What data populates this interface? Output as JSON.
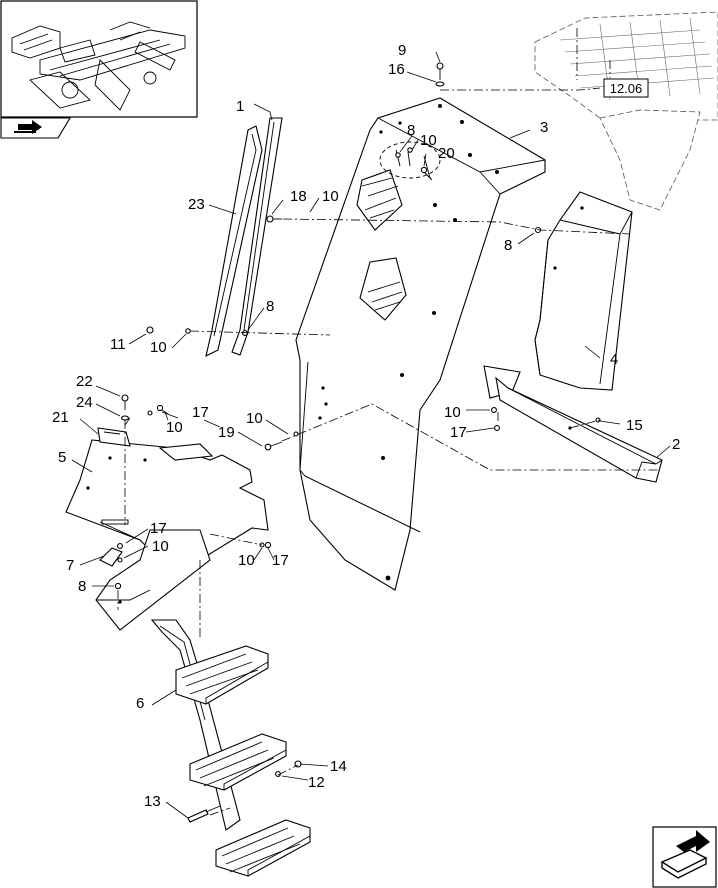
{
  "reference": {
    "label": "12.06"
  },
  "callouts": [
    {
      "id": "c1",
      "text": "1"
    },
    {
      "id": "c2",
      "text": "2"
    },
    {
      "id": "c3",
      "text": "3"
    },
    {
      "id": "c4",
      "text": "4"
    },
    {
      "id": "c5",
      "text": "5"
    },
    {
      "id": "c6",
      "text": "6"
    },
    {
      "id": "c7",
      "text": "7"
    },
    {
      "id": "c8a",
      "text": "8"
    },
    {
      "id": "c8b",
      "text": "8"
    },
    {
      "id": "c8c",
      "text": "8"
    },
    {
      "id": "c8d",
      "text": "8"
    },
    {
      "id": "c9",
      "text": "9"
    },
    {
      "id": "c10a",
      "text": "10"
    },
    {
      "id": "c10b",
      "text": "10"
    },
    {
      "id": "c10c",
      "text": "10"
    },
    {
      "id": "c10d",
      "text": "10"
    },
    {
      "id": "c10e",
      "text": "10"
    },
    {
      "id": "c10f",
      "text": "10"
    },
    {
      "id": "c10g",
      "text": "10"
    },
    {
      "id": "c10h",
      "text": "10"
    },
    {
      "id": "c11",
      "text": "11"
    },
    {
      "id": "c12",
      "text": "12"
    },
    {
      "id": "c13",
      "text": "13"
    },
    {
      "id": "c14",
      "text": "14"
    },
    {
      "id": "c15",
      "text": "15"
    },
    {
      "id": "c16",
      "text": "16"
    },
    {
      "id": "c17a",
      "text": "17"
    },
    {
      "id": "c17b",
      "text": "17"
    },
    {
      "id": "c17c",
      "text": "17"
    },
    {
      "id": "c17d",
      "text": "17"
    },
    {
      "id": "c18",
      "text": "18"
    },
    {
      "id": "c19",
      "text": "19"
    },
    {
      "id": "c20",
      "text": "20"
    },
    {
      "id": "c21",
      "text": "21"
    },
    {
      "id": "c22",
      "text": "22"
    },
    {
      "id": "c23",
      "text": "23"
    },
    {
      "id": "c24",
      "text": "24"
    }
  ],
  "icons": {
    "thumbnail": "tractor-chassis-thumbnail",
    "nav_icon": "page-arrow-icon",
    "corner_icon": "next-page-icon"
  }
}
